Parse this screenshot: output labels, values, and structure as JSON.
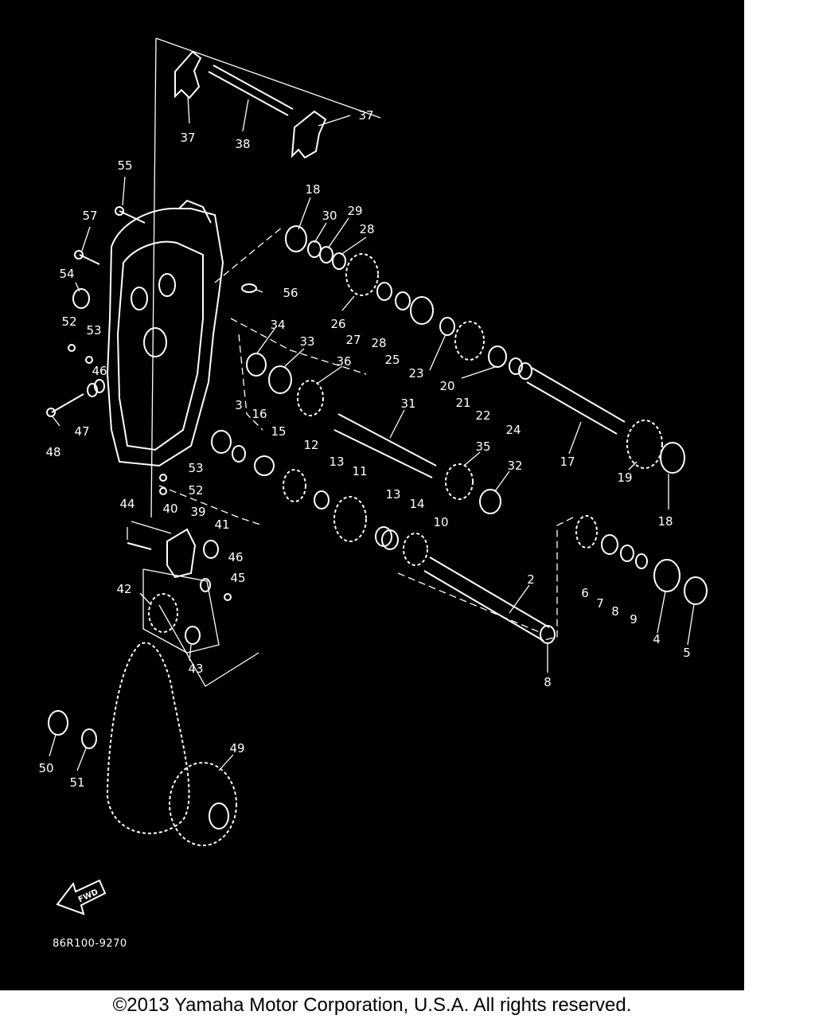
{
  "diagram": {
    "labels": [
      "37",
      "38",
      "37",
      "55",
      "57",
      "56",
      "54",
      "52",
      "53",
      "46",
      "47",
      "48",
      "18",
      "30",
      "29",
      "28",
      "26",
      "27",
      "28",
      "25",
      "23",
      "20",
      "21",
      "22",
      "24",
      "17",
      "19",
      "18",
      "34",
      "33",
      "36",
      "3",
      "16",
      "15",
      "31",
      "12",
      "13",
      "11",
      "35",
      "32",
      "53",
      "52",
      "44",
      "40",
      "39",
      "41",
      "46",
      "45",
      "13",
      "14",
      "10",
      "42",
      "43",
      "2",
      "6",
      "7",
      "8",
      "9",
      "4",
      "5",
      "8",
      "50",
      "51",
      "49"
    ],
    "direction_arrow": "FWD",
    "reference_code": "86R100-9270"
  },
  "footer": {
    "copyright": "©2013 Yamaha Motor Corporation, U.S.A. All rights reserved."
  }
}
